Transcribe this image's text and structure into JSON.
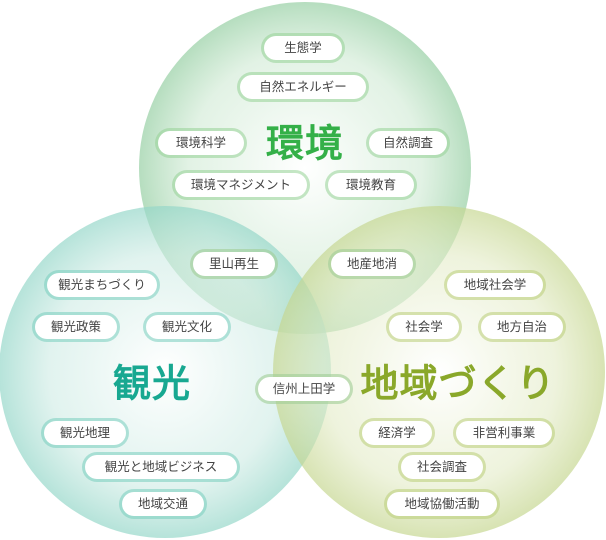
{
  "colors": {
    "environment_circle": "#bfe3c6",
    "tourism_circle": "#b8e3dc",
    "regional_circle": "#d9e4b4",
    "environment_title": "#34b048",
    "tourism_title": "#18a891",
    "regional_title": "#8aa82a"
  },
  "titles": {
    "environment": "環境",
    "tourism": "観光",
    "regional": "地域づくり"
  },
  "environment": {
    "items": [
      "生態学",
      "自然エネルギー",
      "環境科学",
      "自然調査",
      "環境マネジメント",
      "環境教育"
    ]
  },
  "tourism": {
    "items": [
      "観光まちづくり",
      "観光政策",
      "観光文化",
      "観光地理",
      "観光と地域ビジネス",
      "地域交通"
    ]
  },
  "regional": {
    "items": [
      "地域社会学",
      "社会学",
      "地方自治",
      "経済学",
      "非営利事業",
      "社会調査",
      "地域協働活動"
    ]
  },
  "overlaps": {
    "environment_tourism": "里山再生",
    "environment_regional": "地産地消",
    "tourism_regional": "信州上田学"
  }
}
